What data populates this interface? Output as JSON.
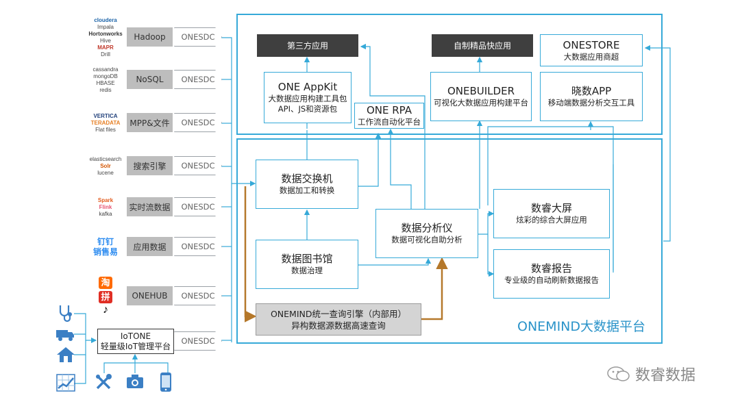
{
  "sources": [
    {
      "label": "Hadoop",
      "connector": "ONESDC",
      "logos": [
        "cloudera",
        "Impala",
        "Hortonworks",
        "Hive",
        "MAPR",
        "Drill"
      ]
    },
    {
      "label": "NoSQL",
      "connector": "ONESDC",
      "logos": [
        "cassandra",
        "mongoDB",
        "HBASE",
        "redis"
      ]
    },
    {
      "label": "MPP&文件",
      "connector": "ONESDC",
      "logos": [
        "VERTICA",
        "TERADATA",
        "Flat files"
      ]
    },
    {
      "label": "搜索引擎",
      "connector": "ONESDC",
      "logos": [
        "elasticsearch",
        "Solr",
        "lucene"
      ]
    },
    {
      "label": "实时流数据",
      "connector": "ONESDC",
      "logos": [
        "Spark",
        "Flink",
        "kafka"
      ]
    },
    {
      "label": "应用数据",
      "connector": "ONESDC",
      "logos": [
        "钉钉",
        "销售易"
      ]
    },
    {
      "label": "ONEHUB",
      "connector": "ONESDC",
      "logos": [
        "淘",
        "拼",
        "tiktok"
      ]
    }
  ],
  "iot": {
    "title": "IoTONE",
    "subtitle": "轻量级IoT管理平台",
    "connector": "ONESDC"
  },
  "iot_devices": [
    "stethoscope-icon",
    "truck-icon",
    "home-icon",
    "chart-icon",
    "tools-icon",
    "camera-icon",
    "phone-icon"
  ],
  "apps": {
    "third_party": "第三方应用",
    "builder_apps": "自制精品快应用",
    "appkit": {
      "title": "ONE AppKit",
      "line1": "大数据应用构建工具包",
      "line2": "API、JS和资源包"
    },
    "rpa": {
      "title": "ONE RPA",
      "subtitle": "工作流自动化平台"
    },
    "onebuilder": {
      "title": "ONEBUILDER",
      "subtitle": "可视化大数据应用构建平台"
    },
    "onestore": {
      "title": "ONESTORE",
      "subtitle": "大数据应用商超"
    },
    "xiaoshu": {
      "title": "晓数APP",
      "subtitle": "移动端数据分析交互工具"
    }
  },
  "platform": {
    "name": "ONEMIND大数据平台",
    "exchange": {
      "title": "数据交换机",
      "subtitle": "数据加工和转换"
    },
    "library": {
      "title": "数据图书馆",
      "subtitle": "数据治理"
    },
    "analyzer": {
      "title": "数据分析仪",
      "subtitle": "数据可视化自助分析"
    },
    "screen": {
      "title": "数睿大屏",
      "subtitle": "炫彩的综合大屏应用"
    },
    "report": {
      "title": "数睿报告",
      "subtitle": "专业级的自动刷新数据报告"
    },
    "query": {
      "title": "ONEMIND统一查询引擎（内部用）",
      "subtitle": "异构数据源数据高速查询"
    }
  },
  "watermark": "数睿数据",
  "colors": {
    "frame": "#35a9d8",
    "arrow_brown": "#b5782a",
    "dark_box": "#3f3f3f",
    "source_gray": "#bdbdbd",
    "query_gray": "#d4d4d4"
  }
}
